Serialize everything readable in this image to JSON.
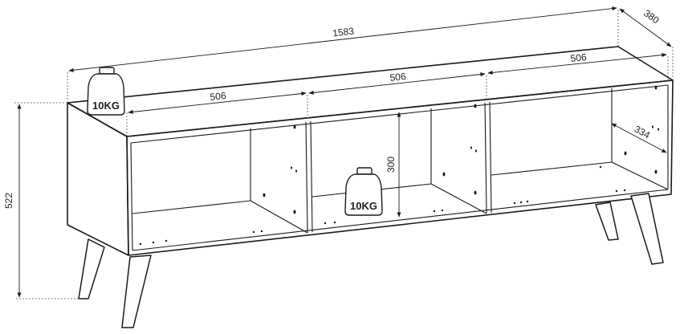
{
  "dimensions": {
    "total_width": "1583",
    "depth": "380",
    "height": "522",
    "compartment_left": "506",
    "compartment_middle": "506",
    "compartment_right": "506",
    "shelf_height": "300",
    "inner_depth": "334"
  },
  "weights": {
    "top_load": "10KG",
    "shelf_load": "10KG"
  },
  "colors": {
    "line": "#1a1a1a",
    "background": "#ffffff"
  }
}
